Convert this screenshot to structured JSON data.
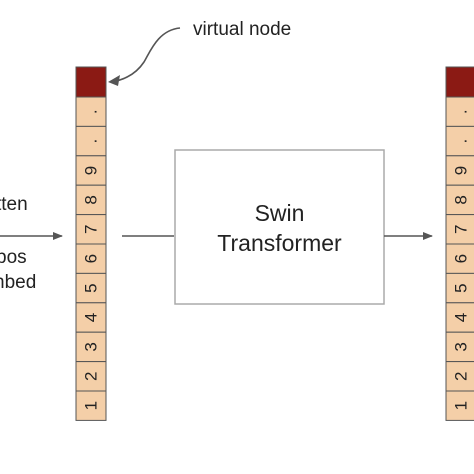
{
  "colors": {
    "token_fill": "#f4cfa8",
    "virtual_node_fill": "#8b1a14",
    "cell_border": "#555555",
    "arrow": "#555555",
    "box_border": "#aaaaaa",
    "text": "#222222"
  },
  "annotation": {
    "virtual_node": "virtual node"
  },
  "input_labels": {
    "line1": "tten",
    "line2": "pos",
    "line3": "nbed"
  },
  "transformer_box": {
    "line1": "Swin",
    "line2": "Transformer"
  },
  "left_sequence": {
    "dot_cells": [
      ".",
      "."
    ],
    "numbered_cells": [
      "9",
      "8",
      "7",
      "6",
      "5",
      "4",
      "3",
      "2",
      "1"
    ]
  },
  "right_sequence": {
    "dot_cells": [
      ".",
      "."
    ],
    "numbered_cells": [
      "9",
      "8",
      "7",
      "6",
      "5",
      "4",
      "3",
      "2",
      "1"
    ]
  }
}
